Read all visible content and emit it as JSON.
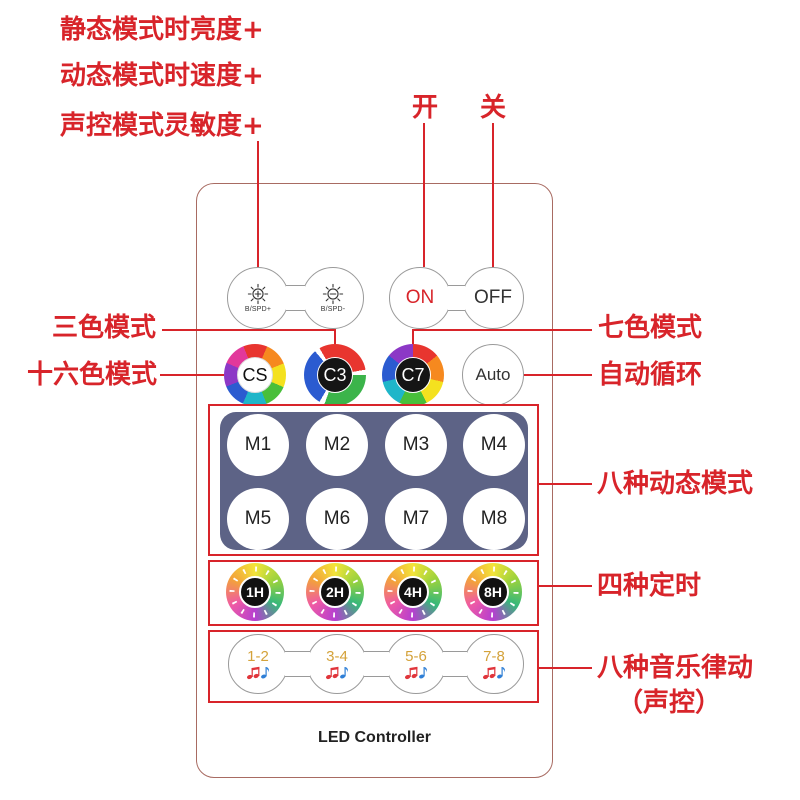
{
  "annotations": {
    "brightness_static": "静态模式时亮度+",
    "speed_dynamic": "动态模式时速度+",
    "sensitivity_sound": "声控模式灵敏度+",
    "on": "开",
    "off": "关",
    "three_color": "三色模式",
    "sixteen_color": "十六色模式",
    "seven_color": "七色模式",
    "auto_cycle": "自动循环",
    "dynamic_modes": "八种动态模式",
    "timers": "四种定时",
    "music_modes": "八种音乐律动",
    "music_modes_sub": "（声控）"
  },
  "remote": {
    "brightness_up": {
      "icon": "sun-plus-icon",
      "label": "B/SPD+"
    },
    "brightness_down": {
      "icon": "sun-minus-icon",
      "label": "B/SPD-"
    },
    "power": {
      "on": "ON",
      "off": "OFF"
    },
    "color_keys": [
      "CS",
      "C3",
      "C7",
      "Auto"
    ],
    "mode_keys": [
      "M1",
      "M2",
      "M3",
      "M4",
      "M5",
      "M6",
      "M7",
      "M8"
    ],
    "timer_keys": [
      "1H",
      "2H",
      "4H",
      "8H"
    ],
    "timer_icon": "dial-ring-icon",
    "music_keys": [
      "1-2",
      "3-4",
      "5-6",
      "7-8"
    ],
    "music_icon": "music-notes-icon",
    "footer": "LED Controller"
  },
  "colors": {
    "annotation_red": "#d8242a",
    "remote_border": "#a86b62",
    "mode_panel": "#5d6386",
    "music_label": "#d4a23a",
    "power_on": "#d8242a",
    "key_outline": "#9a9a9a"
  }
}
